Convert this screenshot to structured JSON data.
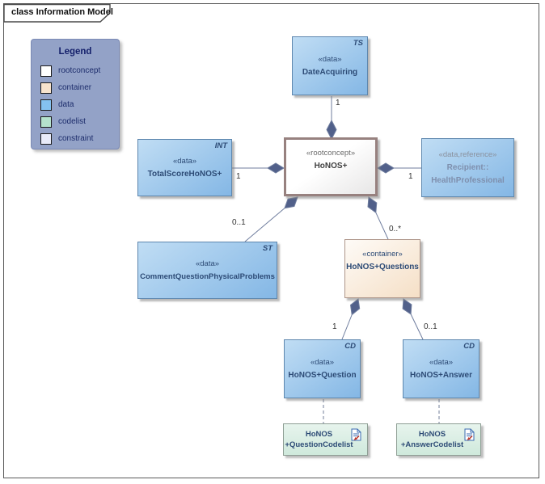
{
  "window": {
    "frame_title": "class Information Model"
  },
  "legend": {
    "title": "Legend",
    "items": [
      {
        "label": "rootconcept",
        "color": "#ffffff"
      },
      {
        "label": "container",
        "color": "#f7e3cd"
      },
      {
        "label": "data",
        "color": "#84c1f0"
      },
      {
        "label": "codelist",
        "color": "#b5e2cd"
      },
      {
        "label": "constraint",
        "color": "#e8ebf9"
      }
    ]
  },
  "nodes": {
    "date_acquiring": {
      "stereotype": "«data»",
      "name": "DateAcquiring",
      "type_label": "TS"
    },
    "honos": {
      "stereotype": "«rootconcept»",
      "name": "HoNOS+"
    },
    "total_score": {
      "stereotype": "«data»",
      "name": "TotalScoreHoNOS+",
      "type_label": "INT"
    },
    "recipient": {
      "stereotype": "«data,reference»",
      "name_line1": "Recipient::",
      "name_line2": "HealthProfessional"
    },
    "comment": {
      "stereotype": "«data»",
      "name": "CommentQuestionPhysicalProblems",
      "type_label": "ST"
    },
    "questions": {
      "stereotype": "«container»",
      "name": "HoNOS+Questions"
    },
    "question": {
      "stereotype": "«data»",
      "name": "HoNOS+Question",
      "type_label": "CD"
    },
    "answer": {
      "stereotype": "«data»",
      "name": "HoNOS+Answer",
      "type_label": "CD"
    },
    "question_codelist": {
      "name_line1": "HoNOS",
      "name_line2": "+QuestionCodelist"
    },
    "answer_codelist": {
      "name_line1": "HoNOS",
      "name_line2": "+AnswerCodelist"
    }
  },
  "connectors": {
    "date_to_honos": {
      "multiplicity": "1"
    },
    "totalscore_to_honos": {
      "multiplicity": "1"
    },
    "recipient_to_honos": {
      "multiplicity": "1"
    },
    "comment_to_honos": {
      "multiplicity": "0..1"
    },
    "questions_to_honos": {
      "multiplicity": "0..*"
    },
    "question_to_questions": {
      "multiplicity": "1"
    },
    "answer_to_questions": {
      "multiplicity": "0..1"
    }
  },
  "colors": {
    "data_fill_top": "#c0ddf4",
    "data_fill_bottom": "#84b7e5",
    "data_border": "#5e87ae",
    "container_fill_bottom": "#f5dfc6",
    "container_border": "#ad9589",
    "rootconcept_fill": "#ffffff",
    "rootconcept_border": "#97817f",
    "codelist_fill": "#d8ede2",
    "codelist_border": "#8e9e94",
    "legend_bg": "#93a2c7",
    "connector_line": "#6f7d9e",
    "diamond": "#51608a",
    "name_text": "#2d4b76",
    "muted_text": "#7e8fad"
  }
}
